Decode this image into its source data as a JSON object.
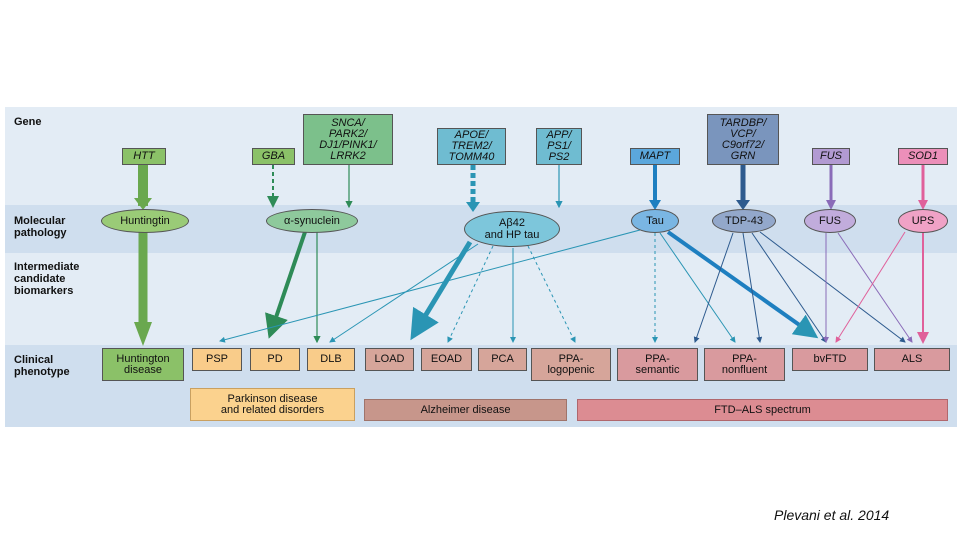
{
  "row_labels": {
    "gene": "Gene",
    "molecular": "Molecular\npathology",
    "biomarkers": "Intermediate\ncandidate\nbiomarkers",
    "clinical": "Clinical\nphenotype"
  },
  "genes": {
    "htt": "HTT",
    "gba": "GBA",
    "snca": "SNCA/\nPARK2/\nDJ1/PINK1/\nLRRK2",
    "apoe": "APOE/\nTREM2/\nTOMM40",
    "app": "APP/\nPS1/\nPS2",
    "mapt": "MAPT",
    "tardbp": "TARDBP/\nVCP/\nC9orf72/\nGRN",
    "fus": "FUS",
    "sod1": "SOD1"
  },
  "pathology": {
    "huntingtin": "Huntingtin",
    "synuclein": "α-synuclein",
    "abeta": "Aβ42\nand HP tau",
    "tau": "Tau",
    "tdp43": "TDP-43",
    "fus": "FUS",
    "ups": "UPS"
  },
  "phenotypes": {
    "huntington": "Huntington\ndisease",
    "psp": "PSP",
    "pd": "PD",
    "dlb": "DLB",
    "load": "LOAD",
    "eoad": "EOAD",
    "pca": "PCA",
    "ppa_logopenic": "PPA-\nlogopenic",
    "ppa_semantic": "PPA-\nsemantic",
    "ppa_nonfluent": "PPA-\nnonfluent",
    "bvftd": "bvFTD",
    "als": "ALS"
  },
  "groups": {
    "parkinson": "Parkinson disease\nand related disorders",
    "alzheimer": "Alzheimer disease",
    "ftd_als": "FTD–ALS spectrum"
  },
  "colors": {
    "band": "#dbe6f1",
    "band_alt": "#ebf1f8",
    "green": "#78b354",
    "green_dark": "#2e8b57",
    "teal": "#2a95b4",
    "blue": "#1e7fc0",
    "navy": "#2d5a8e",
    "purple": "#8a6bb8",
    "pink": "#e0609a",
    "orange": "#f5c98a",
    "salmon": "#d69a8e"
  },
  "credit": "Plevani et al. 2014"
}
